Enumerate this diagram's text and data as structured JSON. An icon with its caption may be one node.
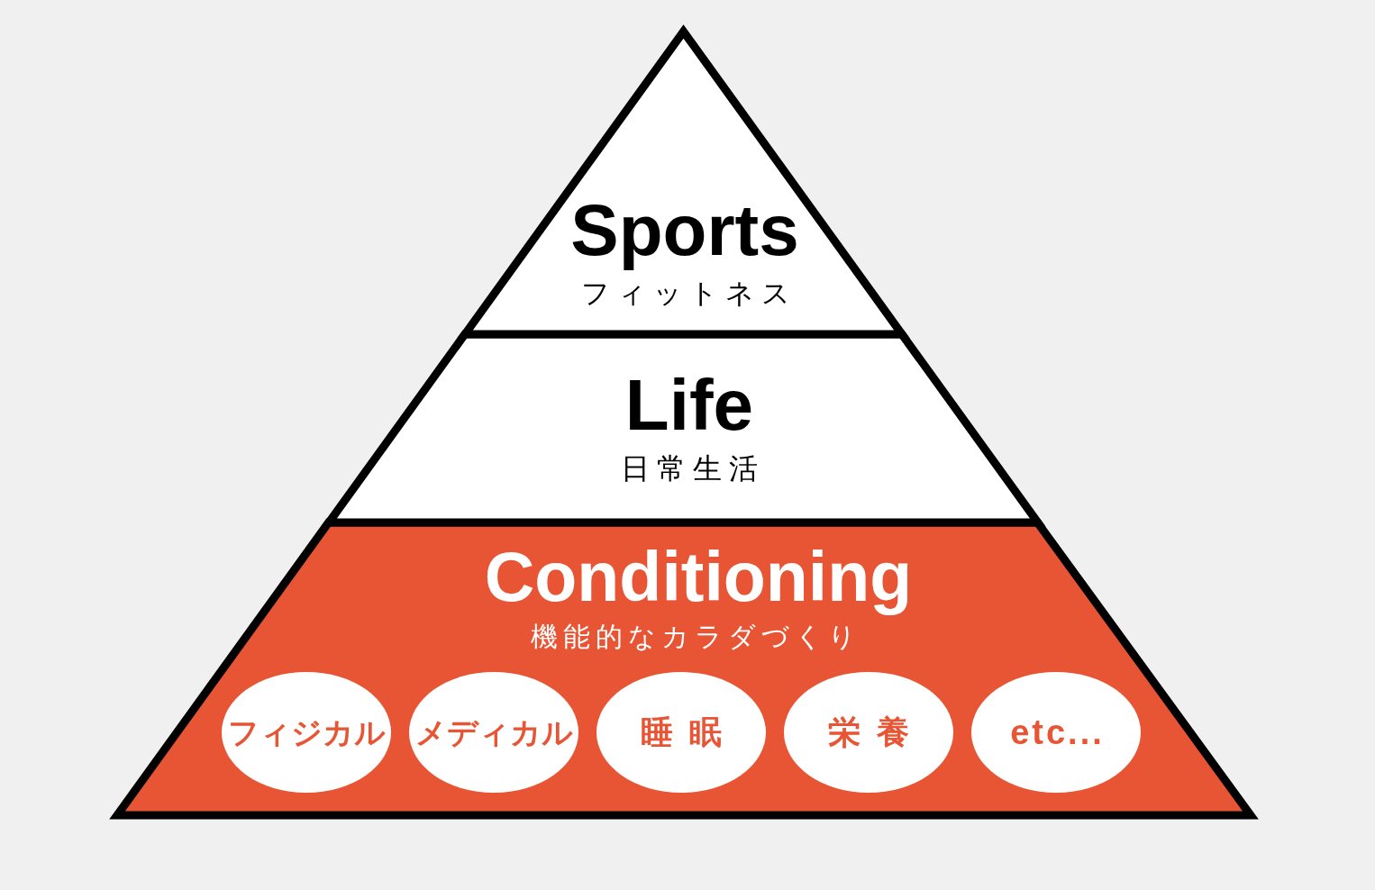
{
  "diagram": {
    "nodes": [
      {
        "text": [
          "Sports",
          "フィットネス"
        ]
      },
      {
        "text": [
          "Life",
          "日常生活"
        ]
      },
      {
        "text": [
          "Conditioning",
          "機能的なカラダづくり"
        ]
      },
      {
        "text": [
          "フィジカル"
        ],
        "in": 2
      },
      {
        "text": [
          "メディカル"
        ],
        "in": 2
      },
      {
        "text": [
          "睡眠"
        ],
        "in": 2
      },
      {
        "text": [
          "栄養"
        ],
        "in": 2
      },
      {
        "text": [
          "etc..."
        ],
        "in": 2
      }
    ]
  }
}
